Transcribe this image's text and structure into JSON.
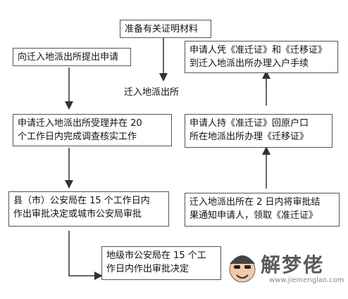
{
  "steps": {
    "prepare": "准备有关证明材料",
    "apply": "向迁入地派出所提出申请",
    "inbound_station": "迁入地派出所",
    "accept_investigate": "申请迁入地派出所受理并在 20\n个工作日内完成调查核实工作",
    "county_approval": "县（市）公安局在 15 个工作日内\n作出审批决定或城市公安局审批",
    "prefecture_approval": "地级市公安局在 15 个工\n作日内作出审批决定",
    "notify": "迁入地派出所在 2 日内将审批结\n果通知申请人，领取《准迁证》",
    "migration_cert": "申请人持《准迁证》回原户口\n所在地派出所办理《迁移证》",
    "settle": "申请人凭《准迁证》和《迁移证》\n到迁入地派出所办理入户手续"
  },
  "watermark": {
    "brand": "解梦佬",
    "url": "www.jiemenglao.com"
  }
}
